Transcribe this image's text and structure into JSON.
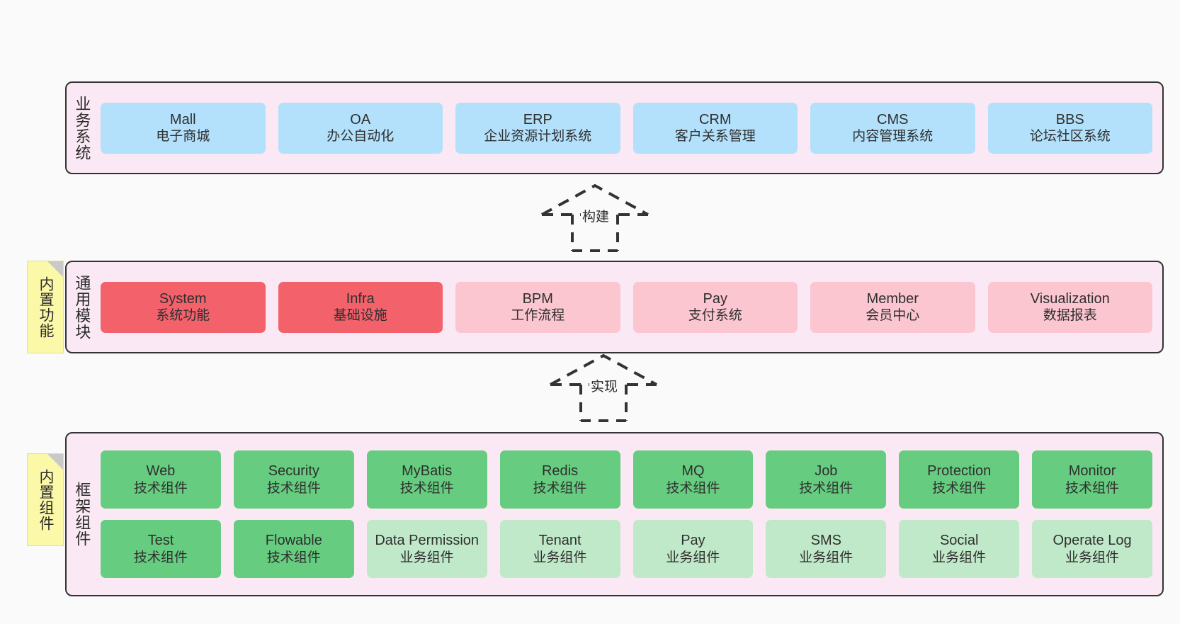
{
  "diagram": {
    "background_color": "#fafafa",
    "layer_border_color": "#333333",
    "layer_background_color": "#fae9f4",
    "note_color": "#fbf8a8",
    "palette": {
      "blue": "#b3e0fb",
      "red": "#f3616b",
      "pink": "#fbc6d0",
      "green": "#66cc7f",
      "green_light": "#c0e9c9"
    }
  },
  "notes": [
    {
      "label": "内置功能"
    },
    {
      "label": "内置组件"
    }
  ],
  "arrows": [
    {
      "label": "构建",
      "style": "dashed-generalization",
      "direction": "up"
    },
    {
      "label": "实现",
      "style": "dashed-generalization",
      "direction": "up"
    }
  ],
  "layers": [
    {
      "title": "业务系统",
      "rows": [
        {
          "cards": [
            {
              "name": "Mall",
              "sub": "电子商城",
              "color": "blue"
            },
            {
              "name": "OA",
              "sub": "办公自动化",
              "color": "blue"
            },
            {
              "name": "ERP",
              "sub": "企业资源计划系统",
              "color": "blue"
            },
            {
              "name": "CRM",
              "sub": "客户关系管理",
              "color": "blue"
            },
            {
              "name": "CMS",
              "sub": "内容管理系统",
              "color": "blue"
            },
            {
              "name": "BBS",
              "sub": "论坛社区系统",
              "color": "blue"
            }
          ]
        }
      ]
    },
    {
      "title": "通用模块",
      "rows": [
        {
          "cards": [
            {
              "name": "System",
              "sub": "系统功能",
              "color": "red"
            },
            {
              "name": "Infra",
              "sub": "基础设施",
              "color": "red"
            },
            {
              "name": "BPM",
              "sub": "工作流程",
              "color": "pink"
            },
            {
              "name": "Pay",
              "sub": "支付系统",
              "color": "pink"
            },
            {
              "name": "Member",
              "sub": "会员中心",
              "color": "pink"
            },
            {
              "name": "Visualization",
              "sub": "数据报表",
              "color": "pink"
            }
          ]
        }
      ]
    },
    {
      "title": "框架组件",
      "rows": [
        {
          "cards": [
            {
              "name": "Web",
              "sub": "技术组件",
              "color": "green"
            },
            {
              "name": "Security",
              "sub": "技术组件",
              "color": "green"
            },
            {
              "name": "MyBatis",
              "sub": "技术组件",
              "color": "green"
            },
            {
              "name": "Redis",
              "sub": "技术组件",
              "color": "green"
            },
            {
              "name": "MQ",
              "sub": "技术组件",
              "color": "green"
            },
            {
              "name": "Job",
              "sub": "技术组件",
              "color": "green"
            },
            {
              "name": "Protection",
              "sub": "技术组件",
              "color": "green"
            },
            {
              "name": "Monitor",
              "sub": "技术组件",
              "color": "green"
            }
          ]
        },
        {
          "cards": [
            {
              "name": "Test",
              "sub": "技术组件",
              "color": "green"
            },
            {
              "name": "Flowable",
              "sub": "技术组件",
              "color": "green"
            },
            {
              "name": "Data Permission",
              "sub": "业务组件",
              "color": "green_light"
            },
            {
              "name": "Tenant",
              "sub": "业务组件",
              "color": "green_light"
            },
            {
              "name": "Pay",
              "sub": "业务组件",
              "color": "green_light"
            },
            {
              "name": "SMS",
              "sub": "业务组件",
              "color": "green_light"
            },
            {
              "name": "Social",
              "sub": "业务组件",
              "color": "green_light"
            },
            {
              "name": "Operate Log",
              "sub": "业务组件",
              "color": "green_light"
            }
          ]
        }
      ]
    }
  ]
}
